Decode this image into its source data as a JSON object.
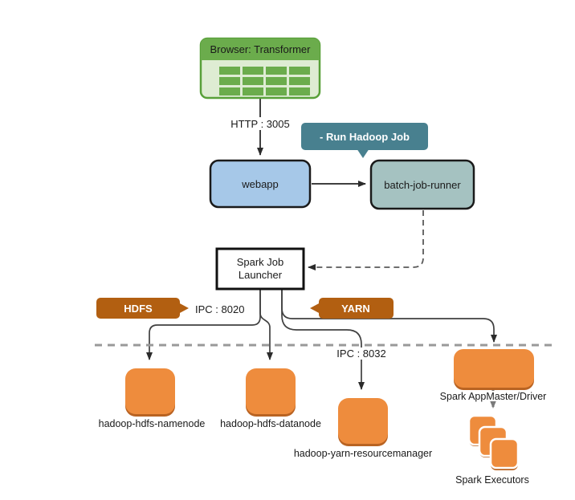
{
  "diagram": {
    "browser": {
      "title": "Browser: Transformer"
    },
    "edges": {
      "http_label": "HTTP : 3005",
      "ipc_hdfs_label": "IPC : 8020",
      "ipc_yarn_label": "IPC : 8032"
    },
    "callout": {
      "label": "- Run Hadoop Job"
    },
    "webapp": {
      "label": "webapp"
    },
    "batch_job_runner": {
      "label": "batch-job-runner"
    },
    "spark_job_launcher": {
      "line1": "Spark Job",
      "line2": "Launcher"
    },
    "badges": {
      "hdfs": "HDFS",
      "yarn": "YARN"
    },
    "nodes": {
      "namenode_label": "hadoop-hdfs-namenode",
      "datanode_label": "hadoop-hdfs-datanode",
      "resourcemanager_label": "hadoop-yarn-resourcemanager",
      "appmaster_label": "Spark AppMaster/Driver",
      "executors_label": "Spark Executors"
    },
    "colors": {
      "browser_header": "#6BAC4C",
      "browser_body": "#DEECD3",
      "browser_border": "#58A039",
      "grid_cell": "#6BAC4C",
      "webapp_fill": "#A6C8E8",
      "batch_fill": "#A5C2C1",
      "callout_fill": "#48808F",
      "badge_fill": "#B25F11",
      "node_fill": "#EE8C3D",
      "node_shadow": "#B96322",
      "launcher_fill": "#FFFFFF"
    }
  }
}
